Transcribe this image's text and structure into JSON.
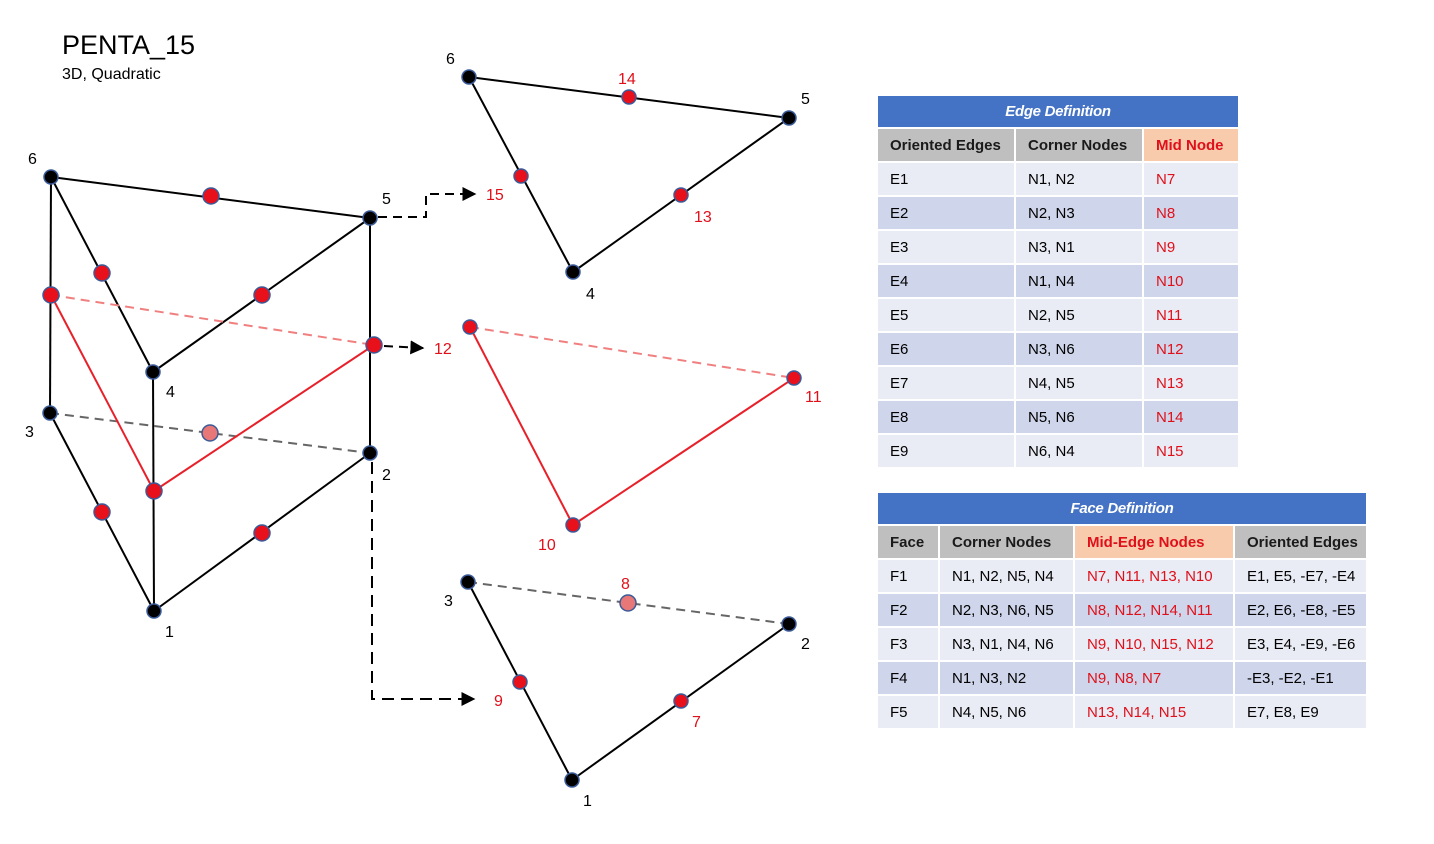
{
  "title": "PENTA_15",
  "subtitle": "3D, Quadratic",
  "colors": {
    "line": "#000000",
    "midline": "#e8202a",
    "hidden_black": "#666666",
    "hidden_red": "#f08080",
    "node_corner": "#000000",
    "node_mid": "#e8101a",
    "node_hidden": "#e87878",
    "node_outline": "#3a5a99",
    "table_header": "#4472c4",
    "label_red": "#e0101a"
  },
  "diagram": {
    "main_labels": [
      "6",
      "5",
      "4",
      "3",
      "2",
      "1"
    ],
    "top_face_labels": [
      "6",
      "14",
      "5",
      "15",
      "13",
      "4"
    ],
    "mid_face_labels": [
      "12",
      "11",
      "10"
    ],
    "bottom_face_labels": [
      "3",
      "8",
      "2",
      "9",
      "7",
      "1"
    ]
  },
  "edge_table": {
    "title": "Edge Definition",
    "headers": [
      "Oriented Edges",
      "Corner Nodes",
      "Mid Node"
    ],
    "rows": [
      [
        "E1",
        "N1, N2",
        "N7"
      ],
      [
        "E2",
        "N2, N3",
        "N8"
      ],
      [
        "E3",
        "N3, N1",
        "N9"
      ],
      [
        "E4",
        "N1, N4",
        "N10"
      ],
      [
        "E5",
        "N2, N5",
        "N11"
      ],
      [
        "E6",
        "N3, N6",
        "N12"
      ],
      [
        "E7",
        "N4, N5",
        "N13"
      ],
      [
        "E8",
        "N5, N6",
        "N14"
      ],
      [
        "E9",
        "N6, N4",
        "N15"
      ]
    ]
  },
  "face_table": {
    "title": "Face Definition",
    "headers": [
      "Face",
      "Corner Nodes",
      "Mid-Edge Nodes",
      "Oriented Edges"
    ],
    "rows": [
      [
        "F1",
        "N1, N2, N5, N4",
        "N7, N11, N13, N10",
        "E1, E5, -E7, -E4"
      ],
      [
        "F2",
        "N2, N3, N6, N5",
        "N8, N12, N14, N11",
        "E2, E6, -E8, -E5"
      ],
      [
        "F3",
        "N3, N1, N4, N6",
        "N9, N10, N15, N12",
        "E3, E4, -E9, -E6"
      ],
      [
        "F4",
        "N1, N3, N2",
        "N9, N8, N7",
        "-E3, -E2, -E1"
      ],
      [
        "F5",
        "N4, N5, N6",
        "N13, N14, N15",
        "E7, E8, E9"
      ]
    ]
  }
}
